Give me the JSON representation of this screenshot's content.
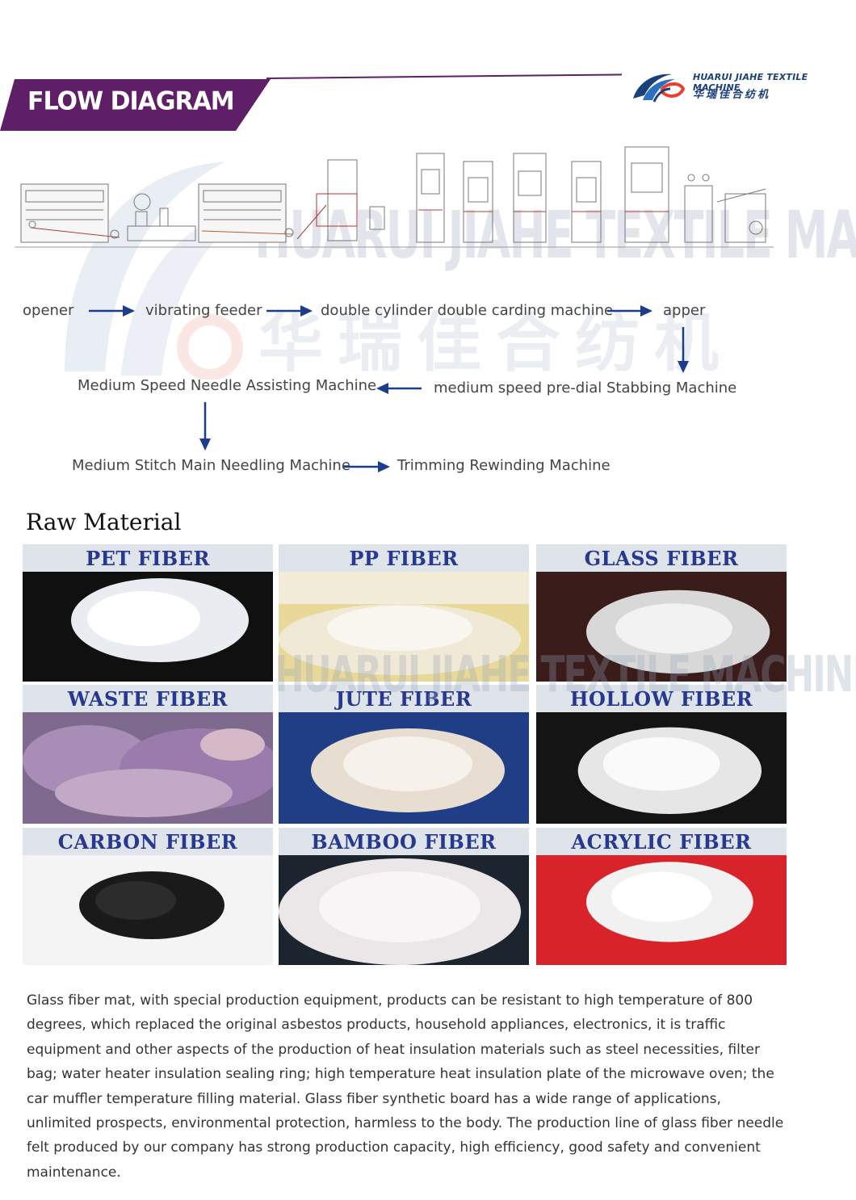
{
  "header": {
    "banner_title": "FLOW DIAGRAM",
    "brand_en": "HUARUI JIAHE TEXTILE MACHINE",
    "brand_cn": "华瑞佳合纺机",
    "brand_color": "#5e1f66",
    "logo_color": "#1b3f7a"
  },
  "watermark": {
    "text_en": "HUARUI JIAHE TEXTILE MACHINE",
    "text_cn": "华瑞佳合纺机"
  },
  "flow": {
    "opener": "opener",
    "vibrating_feeder": "vibrating feeder",
    "carding": "double cylinder double carding machine",
    "apper": "apper",
    "pre_dial": "medium speed pre-dial Stabbing Machine",
    "needle_assisting": "Medium Speed Needle Assisting Machine",
    "main_needling": "Medium Stitch Main Needling Machine",
    "trimming": "Trimming Rewinding Machine",
    "arrow_color": "#1c3d8c"
  },
  "raw_material": {
    "title": "Raw Material",
    "tiles": [
      {
        "label": "PET FIBER"
      },
      {
        "label": "PP FIBER"
      },
      {
        "label": "GLASS FIBER"
      },
      {
        "label": "WASTE FIBER"
      },
      {
        "label": "JUTE FIBER"
      },
      {
        "label": "HOLLOW FIBER"
      },
      {
        "label": "CARBON FIBER"
      },
      {
        "label": "BAMBOO FIBER"
      },
      {
        "label": "ACRYLIC FIBER"
      }
    ],
    "label_color": "#26388f"
  },
  "description": "Glass fiber mat, with special production equipment, products can be resistant to high temperature of 800 degrees, which replaced the original asbestos products, household appliances, electronics, it is traffic equipment and other aspects of the production of heat insulation materials such as steel necessities, filter bag; water heater insulation sealing ring; high temperature heat insulation plate of the microwave oven; the car muffler temperature filling material. Glass fiber synthetic board has a wide range of applications, unlimited prospects, environmental protection, harmless to the body. The production line of glass fiber needle felt produced by our company has strong production capacity, high efficiency, good safety and convenient maintenance."
}
